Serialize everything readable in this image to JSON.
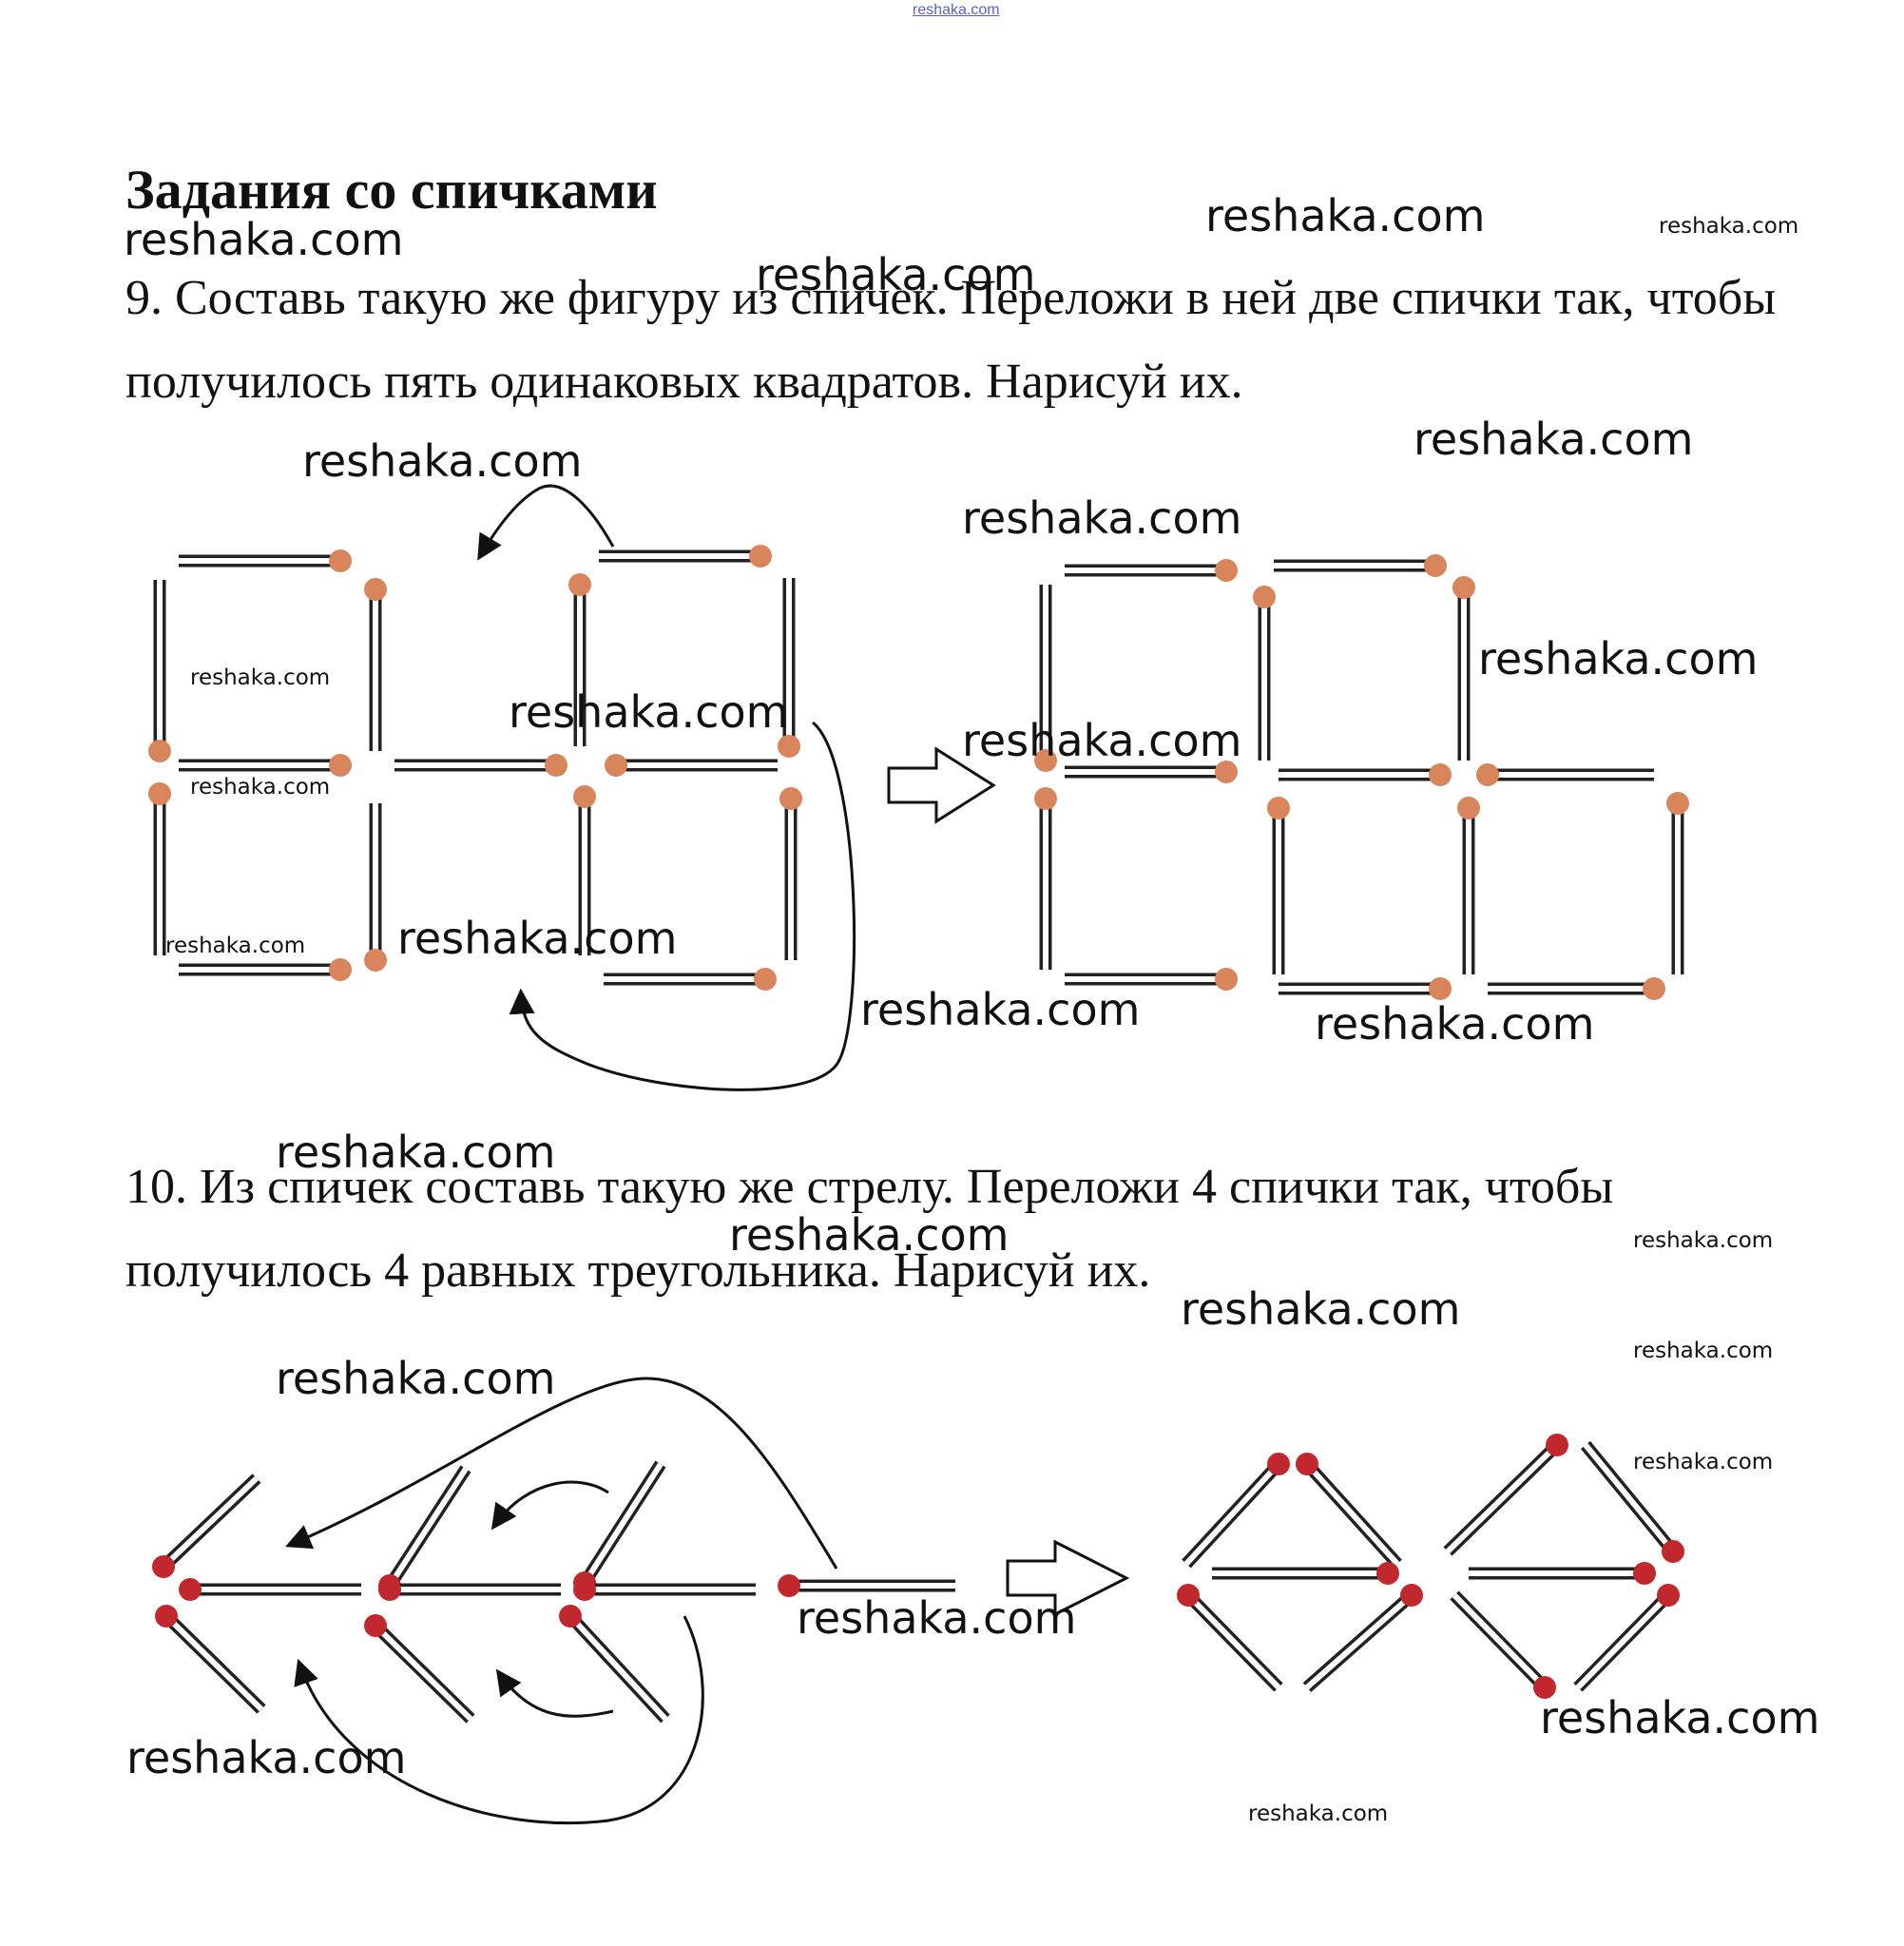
{
  "page": {
    "header_link": "reshaka.com",
    "title": "Задания со спичками",
    "task9": "9. Составь такую же фигуру из спичек. Переложи в ней две спички так, чтобы получилось пять одинаковых квадратов. Нарисуй их.",
    "task10": "10. Из спичек составь такую же стрелу. Переложи 4 спички так, чтобы получилось 4 равных треугольника. Нарисуй их."
  },
  "watermarks": [
    "reshaka.com",
    "reshaka.com",
    "reshaka.com",
    "reshaka.com",
    "reshaka.com",
    "reshaka.com",
    "reshaka.com",
    "reshaka.com",
    "reshaka.com",
    "reshaka.com",
    "reshaka.com",
    "reshaka.com",
    "reshaka.com",
    "reshaka.com",
    "reshaka.com",
    "reshaka.com",
    "reshaka.com",
    "reshaka.com",
    "reshaka.com",
    "reshaka.com",
    "reshaka.com",
    "reshaka.com",
    "reshaka.com",
    "reshaka.com",
    "reshaka.com",
    "reshaka.com",
    "reshaka.com"
  ],
  "colors": {
    "match_body": "#ffffff",
    "match_outline": "#222222",
    "match_head_square": "#d9855c",
    "match_head_arrow": "#c0282e",
    "link": "#5a63c8"
  }
}
